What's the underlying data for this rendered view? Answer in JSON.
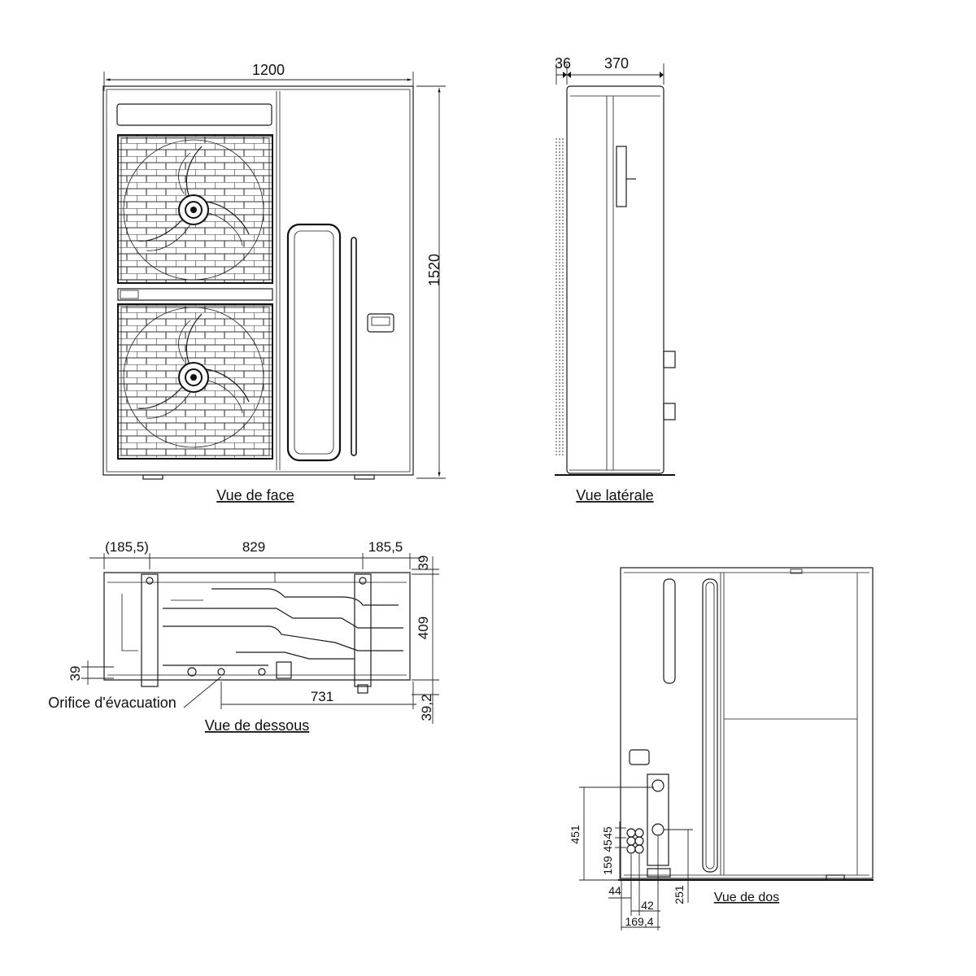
{
  "views": {
    "front": {
      "caption": "Vue de face",
      "dim_width": "1200",
      "dim_height": "1520"
    },
    "side": {
      "caption": "Vue latérale",
      "dim_a": "36",
      "dim_b": "370"
    },
    "bottom": {
      "caption": "Vue de dessous",
      "dim_left": "(185,5)",
      "dim_mid": "829",
      "dim_right": "185,5",
      "dim_top": "39",
      "dim_depth": "409",
      "dim_bottom": "39,2",
      "dim_left_small": "39",
      "dim_drain": "731",
      "drain_label": "Orifice d'évacuation"
    },
    "back": {
      "caption": "Vue de dos",
      "dim_451": "451",
      "dim_45a": "45",
      "dim_45b": "45",
      "dim_159": "159",
      "dim_44": "44",
      "dim_42": "42",
      "dim_251": "251",
      "dim_1694": "169,4"
    }
  }
}
